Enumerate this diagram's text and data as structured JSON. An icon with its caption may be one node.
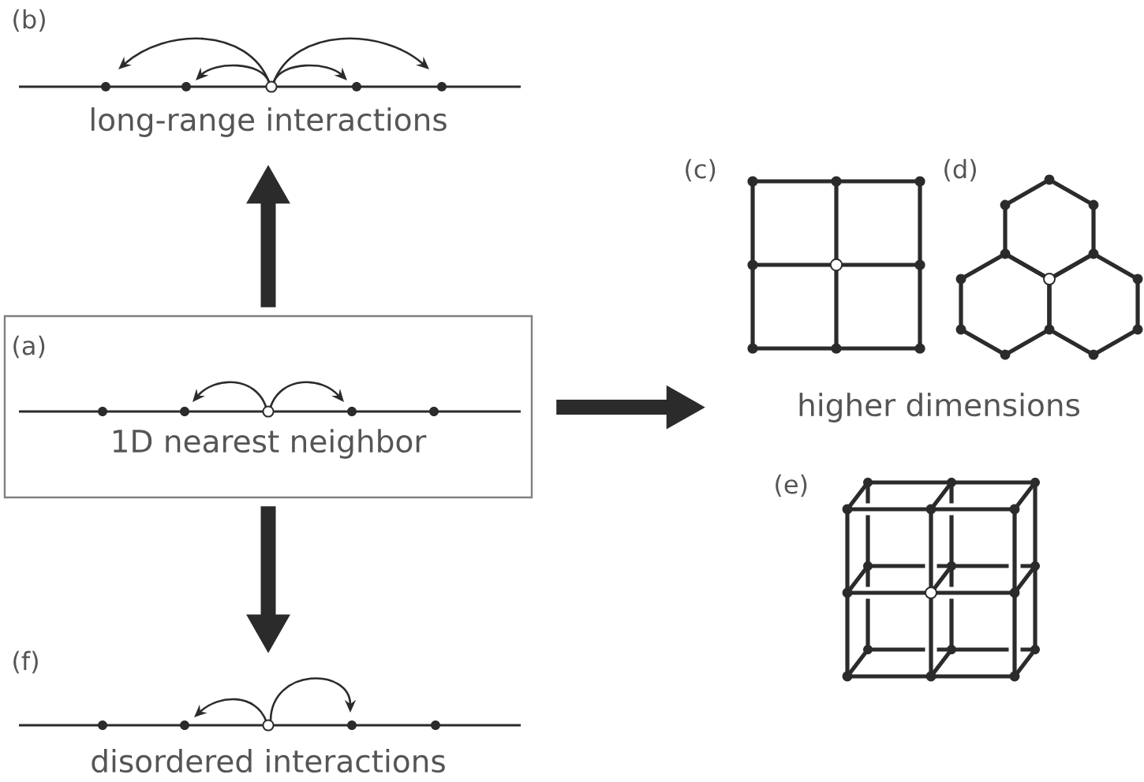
{
  "diagram": {
    "nodes": [
      {
        "text": [
          "(a)",
          "1D nearest neighbor"
        ]
      },
      {
        "text": [
          "long-range interactions"
        ]
      },
      {
        "text": [
          "higher dimensions"
        ]
      },
      {
        "text": [
          "disordered interactions"
        ]
      }
    ],
    "edges": [
      {
        "from": 0,
        "to": 1,
        "arrow": "to"
      },
      {
        "from": 0,
        "to": 2,
        "arrow": "to"
      },
      {
        "from": 0,
        "to": 3,
        "arrow": "to"
      }
    ],
    "labels": [
      "(b)",
      "(c)",
      "(d)",
      "(e)",
      "(f)"
    ]
  }
}
